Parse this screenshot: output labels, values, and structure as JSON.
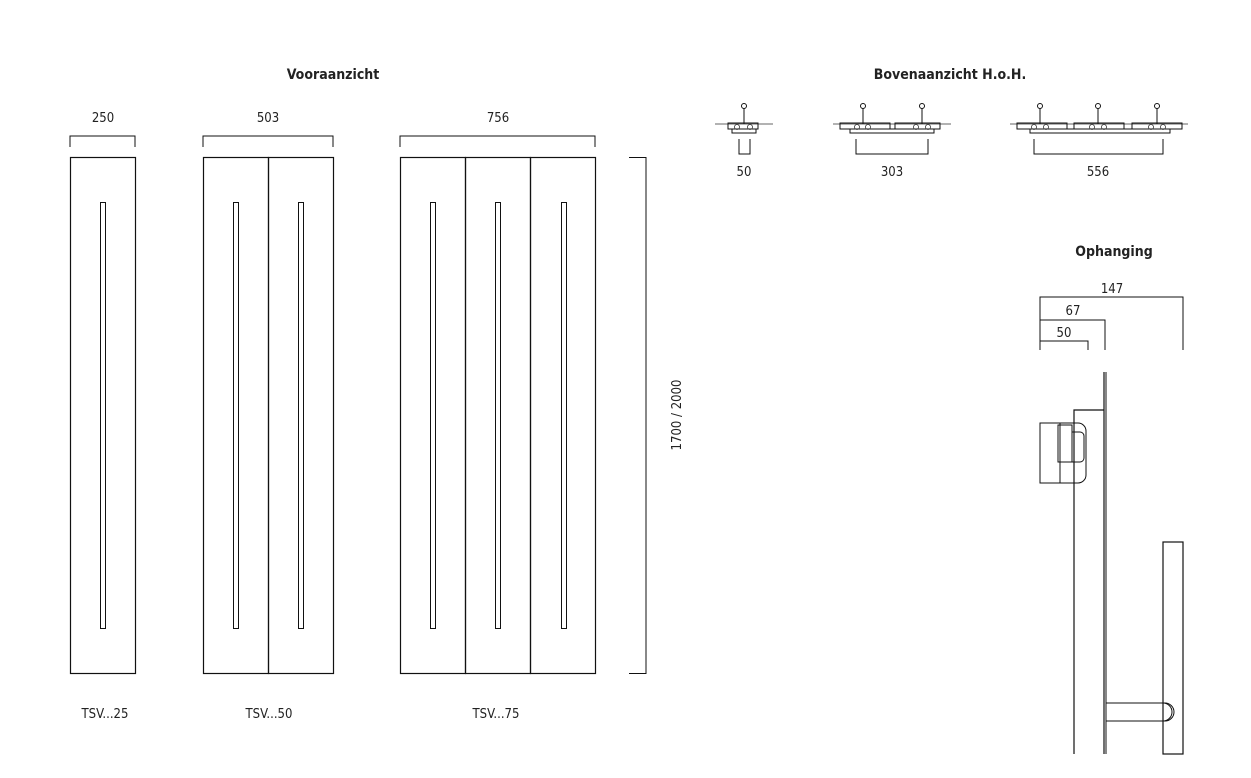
{
  "titles": {
    "front": "Vooraanzicht",
    "top": "Bovenaanzicht H.o.H.",
    "mount": "Ophanging"
  },
  "front_view": {
    "widths": [
      "250",
      "503",
      "756"
    ],
    "height": "1700 / 2000",
    "models": [
      "TSV...25",
      "TSV...50",
      "TSV...75"
    ]
  },
  "top_view": {
    "spacings": [
      "50",
      "303",
      "556"
    ]
  },
  "mount_view": {
    "dims": [
      "147",
      "67",
      "50"
    ]
  }
}
